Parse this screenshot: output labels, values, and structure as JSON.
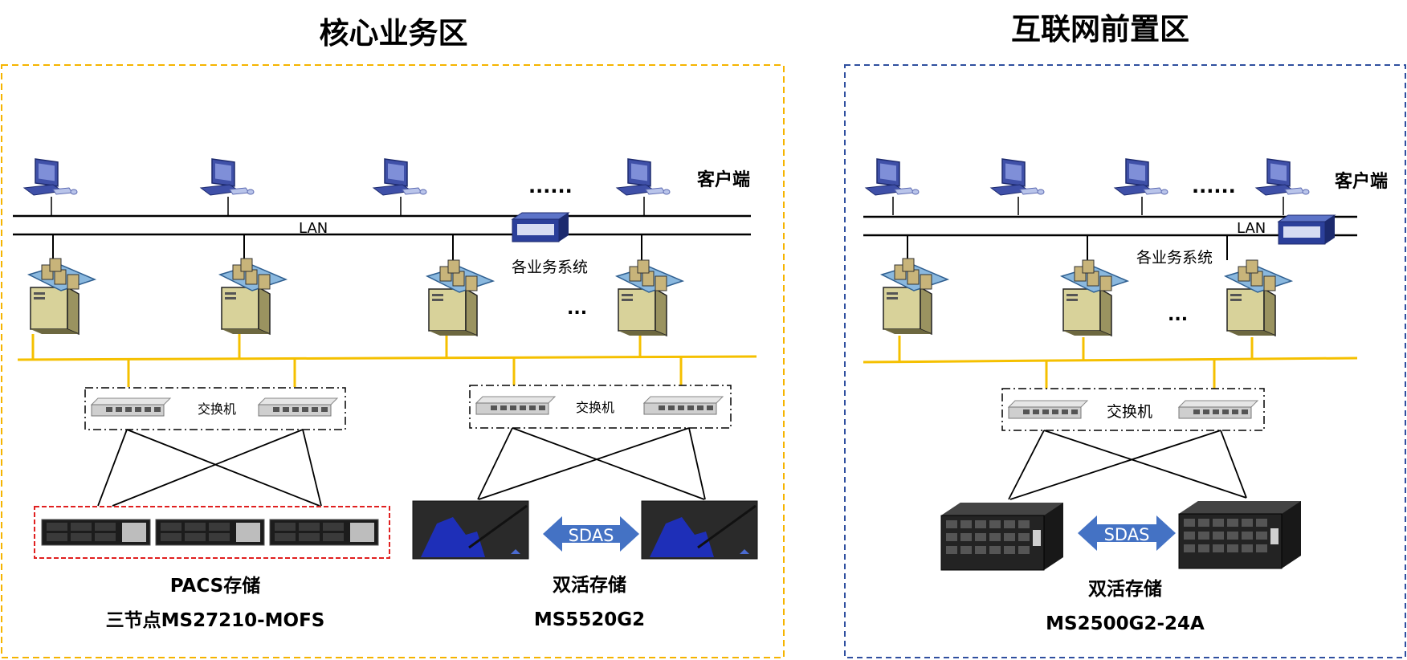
{
  "zones": [
    {
      "title": "核心业务区",
      "client_label": "客户端",
      "ellipsis_top": "......",
      "lan_label": "LAN",
      "systems_label": "各业务系统",
      "ellipsis_servers": "...",
      "switch_groups": [
        {
          "label": "交换机"
        },
        {
          "label": "交换机"
        }
      ],
      "storage_groups": [
        {
          "line1": "PACS存储",
          "line2": "三节点MS27210-MOFS"
        },
        {
          "line1": "双活存储",
          "line2": "MS5520G2",
          "link_label": "SDAS"
        }
      ]
    },
    {
      "title": "互联网前置区",
      "client_label": "客户端",
      "ellipsis_top": "......",
      "lan_label": "LAN",
      "systems_label": "各业务系统",
      "ellipsis_servers": "...",
      "switch_groups": [
        {
          "label": "交换机"
        }
      ],
      "storage_groups": [
        {
          "line1": "双活存储",
          "line2": "MS2500G2-24A",
          "link_label": "SDAS"
        }
      ]
    }
  ],
  "colors": {
    "core_border": "#f5b400",
    "internet_border": "#2f4f9f",
    "san_line": "#f5c000",
    "sdas_arrow": "#4472c4",
    "pacs_box": "#e02020"
  },
  "icons": [
    "desktop-computer-icon",
    "server-icon",
    "network-switch-icon",
    "storage-array-icon",
    "router-icon"
  ]
}
